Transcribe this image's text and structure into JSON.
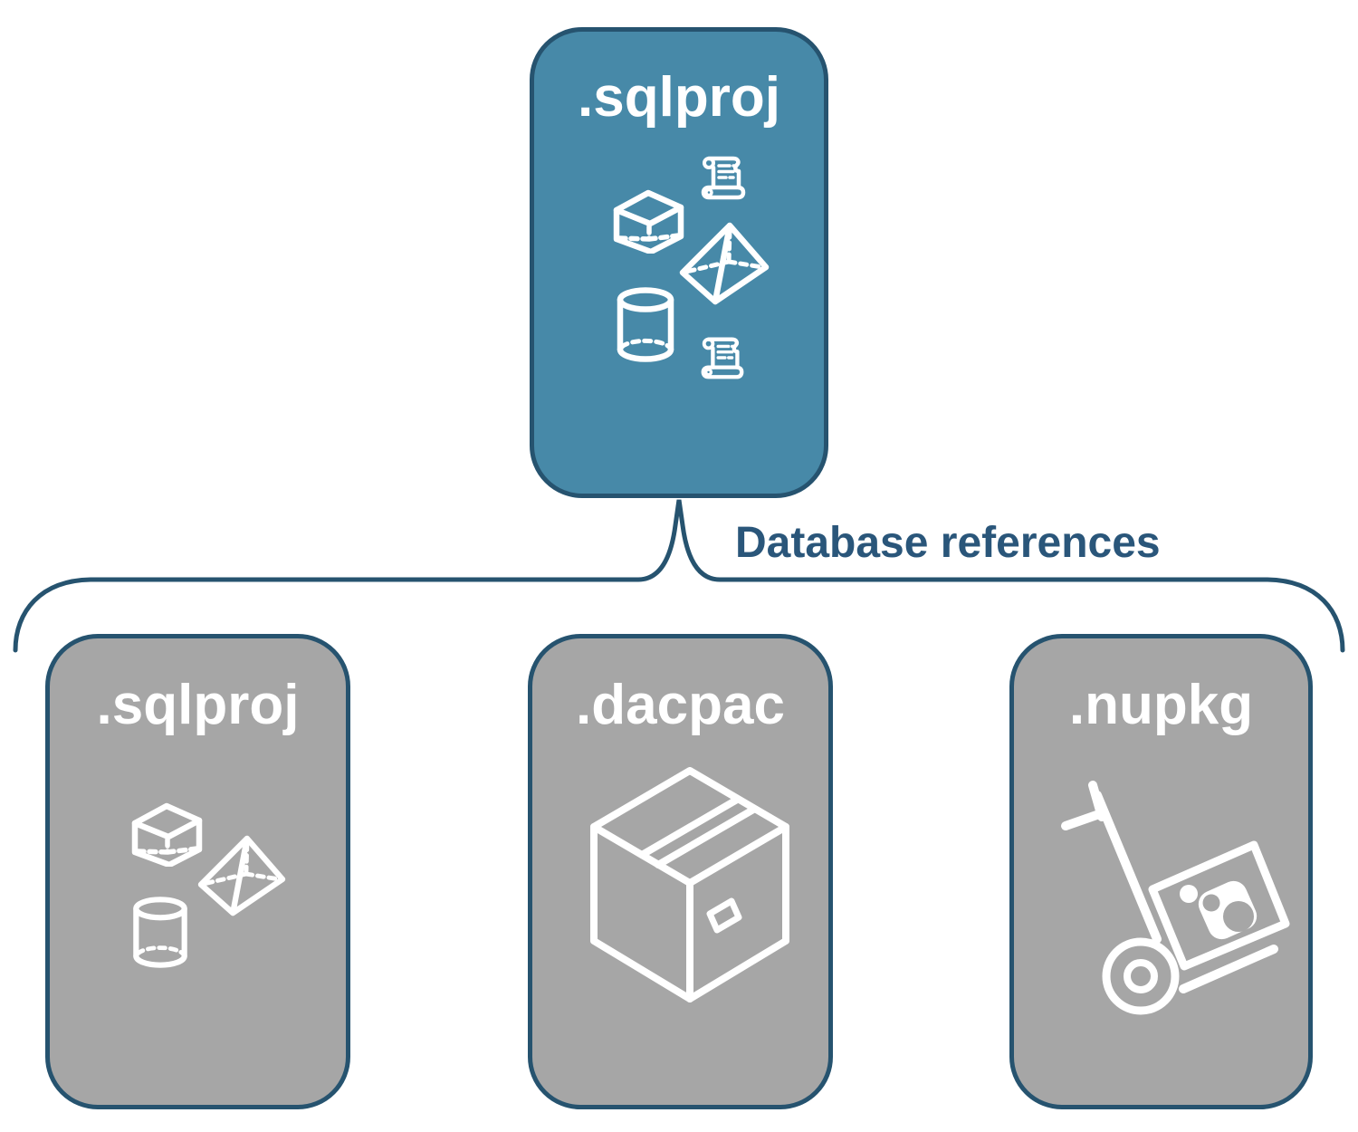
{
  "diagram": {
    "type": "hierarchy",
    "connector": {
      "label": "Database references",
      "shape": "curly-brace"
    }
  },
  "root_node": {
    "label": ".sqlproj",
    "fill": "#4789A8",
    "icons": [
      "scroll-icon",
      "cube-icon",
      "pyramid-icon",
      "cylinder-icon",
      "scroll-icon"
    ]
  },
  "children": [
    {
      "label": ".sqlproj",
      "fill": "#A6A6A6",
      "icons": [
        "cube-icon",
        "pyramid-icon",
        "cylinder-icon"
      ]
    },
    {
      "label": ".dacpac",
      "fill": "#A6A6A6",
      "icons": [
        "package-box-icon"
      ]
    },
    {
      "label": ".nupkg",
      "fill": "#A6A6A6",
      "icons": [
        "hand-truck-nuget-icon"
      ]
    }
  ],
  "colors": {
    "primary_fill": "#4789A8",
    "secondary_fill": "#A6A6A6",
    "border": "#26536F",
    "connector_line": "#26536F",
    "connector_text": "#2A567A",
    "icon_stroke": "#FFFFFF",
    "background": "#FFFFFF"
  }
}
